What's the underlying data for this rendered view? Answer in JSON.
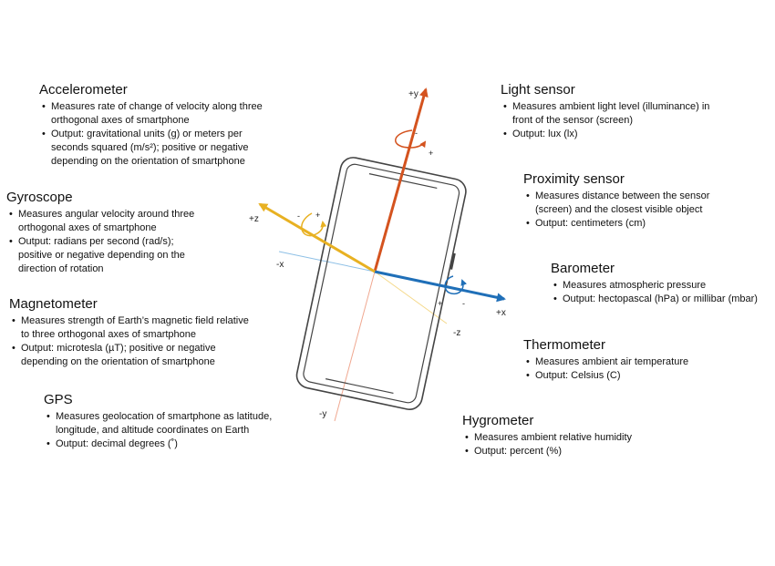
{
  "sensors": {
    "accelerometer": {
      "title": "Accelerometer",
      "items": [
        "Measures rate of change of velocity along three\northogonal axes of smartphone",
        "Output: gravitational units (g) or meters per\nseconds squared (m/s²); positive or negative\ndepending on the orientation of smartphone"
      ]
    },
    "gyroscope": {
      "title": "Gyroscope",
      "items": [
        "Measures angular velocity around three\northogonal axes of smartphone",
        "Output: radians per second (rad/s);\npositive or negative depending on the\ndirection of rotation"
      ]
    },
    "magnetometer": {
      "title": "Magnetometer",
      "items": [
        "Measures strength of Earth’s magnetic field relative\nto three orthogonal axes of smartphone",
        "Output: microtesla (µT); positive or negative\ndepending on the orientation of smartphone"
      ]
    },
    "gps": {
      "title": "GPS",
      "items": [
        "Measures geolocation of smartphone as latitude,\nlongitude, and altitude coordinates on Earth",
        "Output: decimal degrees (˚)"
      ]
    },
    "light_sensor": {
      "title": "Light sensor",
      "items": [
        "Measures ambient light level (illuminance) in\nfront of the sensor (screen)",
        "Output: lux (lx)"
      ]
    },
    "proximity_sensor": {
      "title": "Proximity sensor",
      "items": [
        "Measures distance between the sensor\n(screen) and the closest visible object",
        "Output: centimeters (cm)"
      ]
    },
    "barometer": {
      "title": "Barometer",
      "items": [
        "Measures atmospheric pressure",
        "Output: hectopascal (hPa)  or millibar (mbar)"
      ]
    },
    "thermometer": {
      "title": "Thermometer",
      "items": [
        "Measures ambient air temperature",
        "Output: Celsius (C)"
      ]
    },
    "hygrometer": {
      "title": "Hygrometer",
      "items": [
        "Measures ambient relative humidity",
        "Output: percent (%)"
      ]
    }
  },
  "axes": {
    "pos_y": "+y",
    "neg_y": "-y",
    "pos_x": "+x",
    "neg_x": "-x",
    "pos_z": "+z",
    "neg_z": "-z",
    "plus": "+",
    "minus": "-"
  },
  "colors": {
    "y_axis": "#d4531f",
    "x_axis": "#1f6fb8",
    "z_axis": "#e8b122",
    "neg_y_line": "#f0a890",
    "neg_x_line": "#8ec0e6",
    "neg_z_line": "#f5d98a",
    "phone_outline": "#444444"
  }
}
